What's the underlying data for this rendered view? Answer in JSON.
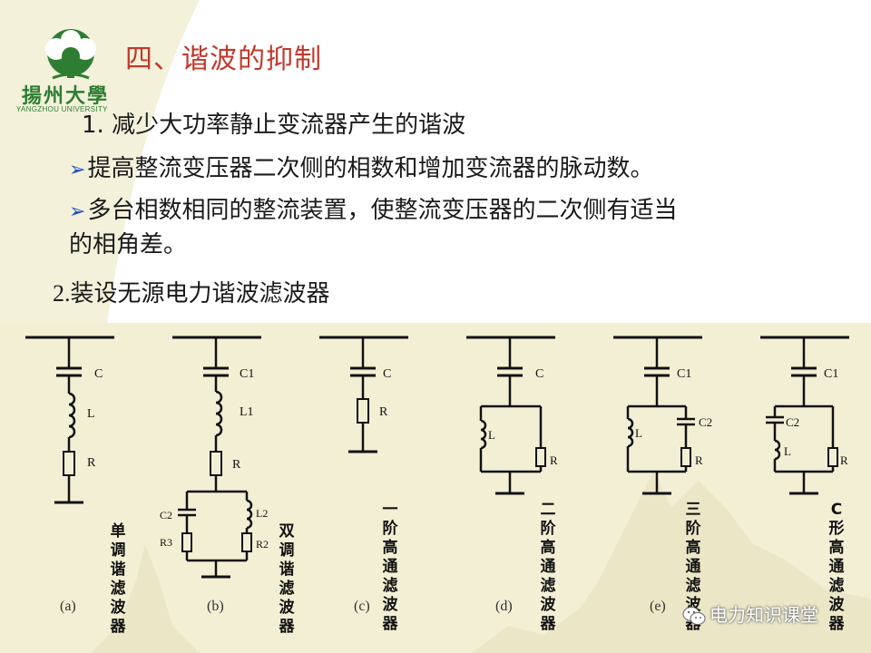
{
  "title": "四、谐波的抑制",
  "logo": {
    "name": "揚州大學",
    "sub": "YANGZHOU UNIVERSITY"
  },
  "item1": "1. 减少大功率静止变流器产生的谐波",
  "bullet1": "提高整流变压器二次侧的相数和增加变流器的脉动数。",
  "bullet2_line1": "多台相数相同的整流装置，使整流变压器的二次侧有适当",
  "bullet2_line2": "的相角差。",
  "item2_num": "2.",
  "item2_text": "装设无源电力谐波滤波器",
  "bullet_glyph": "➢",
  "filters": [
    {
      "sub": "(a)",
      "name": "单调谐滤波器",
      "components": [
        "C",
        "L",
        "R"
      ]
    },
    {
      "sub": "(b)",
      "name": "双调谐滤波器",
      "components": [
        "C1",
        "L1",
        "R",
        "C2",
        "R3",
        "L2",
        "R2"
      ]
    },
    {
      "sub": "(c)",
      "name": "一阶高通滤波器",
      "components": [
        "C",
        "R"
      ]
    },
    {
      "sub": "(d)",
      "name": "二阶高通滤波器",
      "components": [
        "C",
        "L",
        "R"
      ]
    },
    {
      "sub": "(e)",
      "name": "三阶高通滤波器",
      "components": [
        "C1",
        "L",
        "C2",
        "R"
      ]
    },
    {
      "sub": "",
      "name": "C形高通滤波器",
      "components": [
        "C1",
        "C2",
        "L",
        "R"
      ]
    }
  ],
  "watermark": "电力知识课堂",
  "colors": {
    "title": "#c0392b",
    "bullet": "#1a4fc9",
    "band": "#f2efd4",
    "logo": "#2e7d32"
  }
}
